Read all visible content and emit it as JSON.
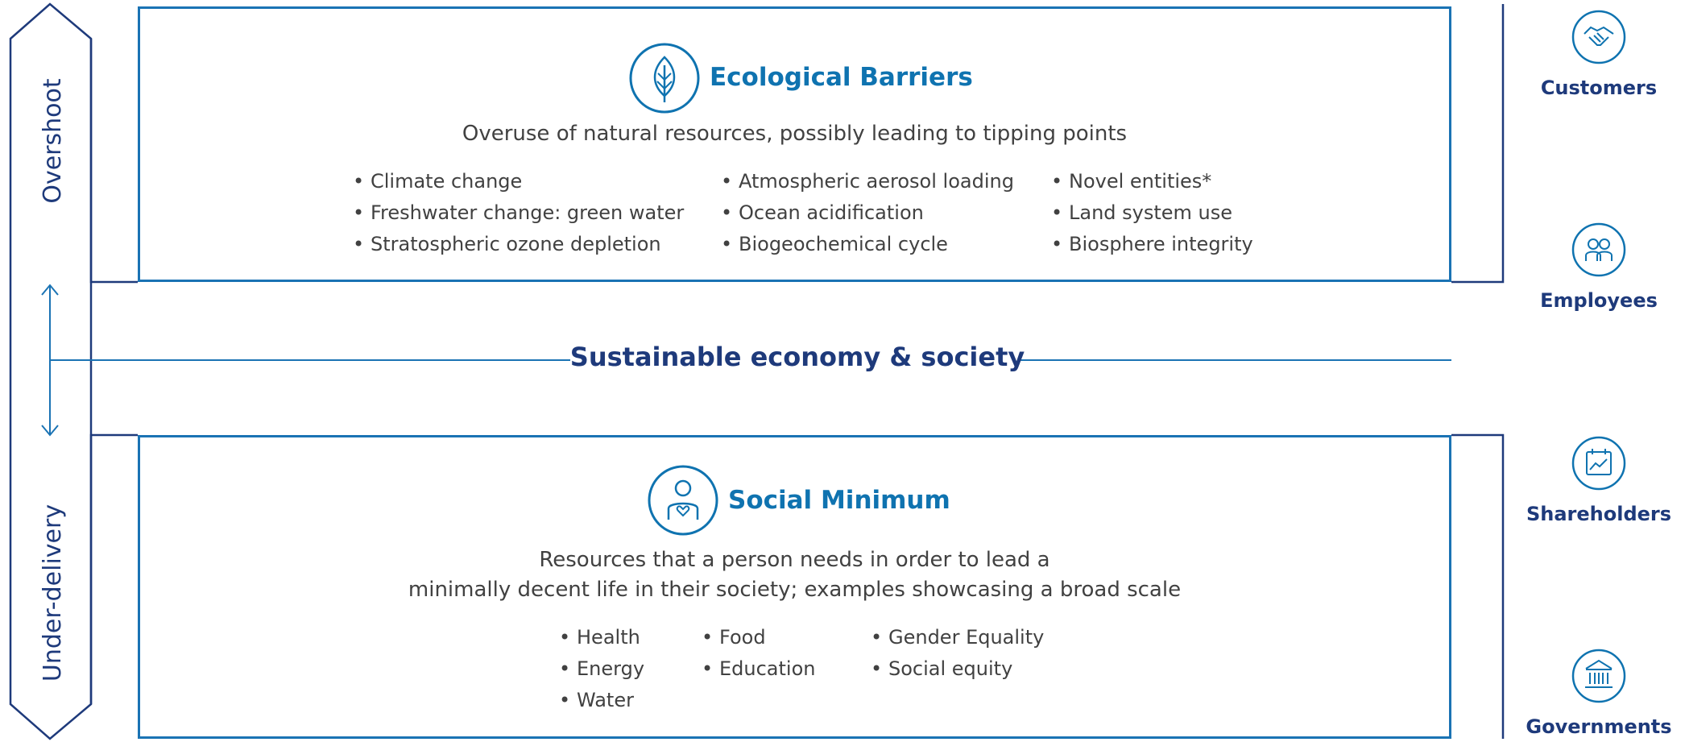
{
  "colors": {
    "accent_blue": "#0f73b0",
    "line_blue": "#1a73b4",
    "navy": "#1e3a7b",
    "text_gray": "#414141"
  },
  "side": {
    "top_label": "Overshoot",
    "bottom_label": "Under-delivery"
  },
  "ecological": {
    "icon": "leaf-icon",
    "title": "Ecological Barriers",
    "subtitle": "Overuse of natural resources, possibly leading to tipping points",
    "columns": [
      [
        "Climate change",
        "Freshwater change: green water",
        "Stratospheric ozone depletion"
      ],
      [
        "Atmospheric aerosol loading",
        "Ocean acidification",
        "Biogeochemical cycle"
      ],
      [
        "Novel entities*",
        "Land system use",
        "Biosphere integrity"
      ]
    ]
  },
  "middle": {
    "label": "Sustainable economy & society"
  },
  "social": {
    "icon": "person-heart-icon",
    "title": "Social Minimum",
    "subtitle_line1": "Resources that a person needs in order to lead a",
    "subtitle_line2": "minimally decent life in their society; examples showcasing a broad scale",
    "columns": [
      [
        "Health",
        "Energy",
        "Water"
      ],
      [
        "Food",
        "Education"
      ],
      [
        "Gender Equality",
        "Social equity"
      ]
    ]
  },
  "stakeholders": [
    {
      "label": "Customers",
      "icon": "handshake-icon"
    },
    {
      "label": "Employees",
      "icon": "people-icon"
    },
    {
      "label": "Shareholders",
      "icon": "calendar-chart-icon"
    },
    {
      "label": "Governments",
      "icon": "government-building-icon"
    }
  ]
}
